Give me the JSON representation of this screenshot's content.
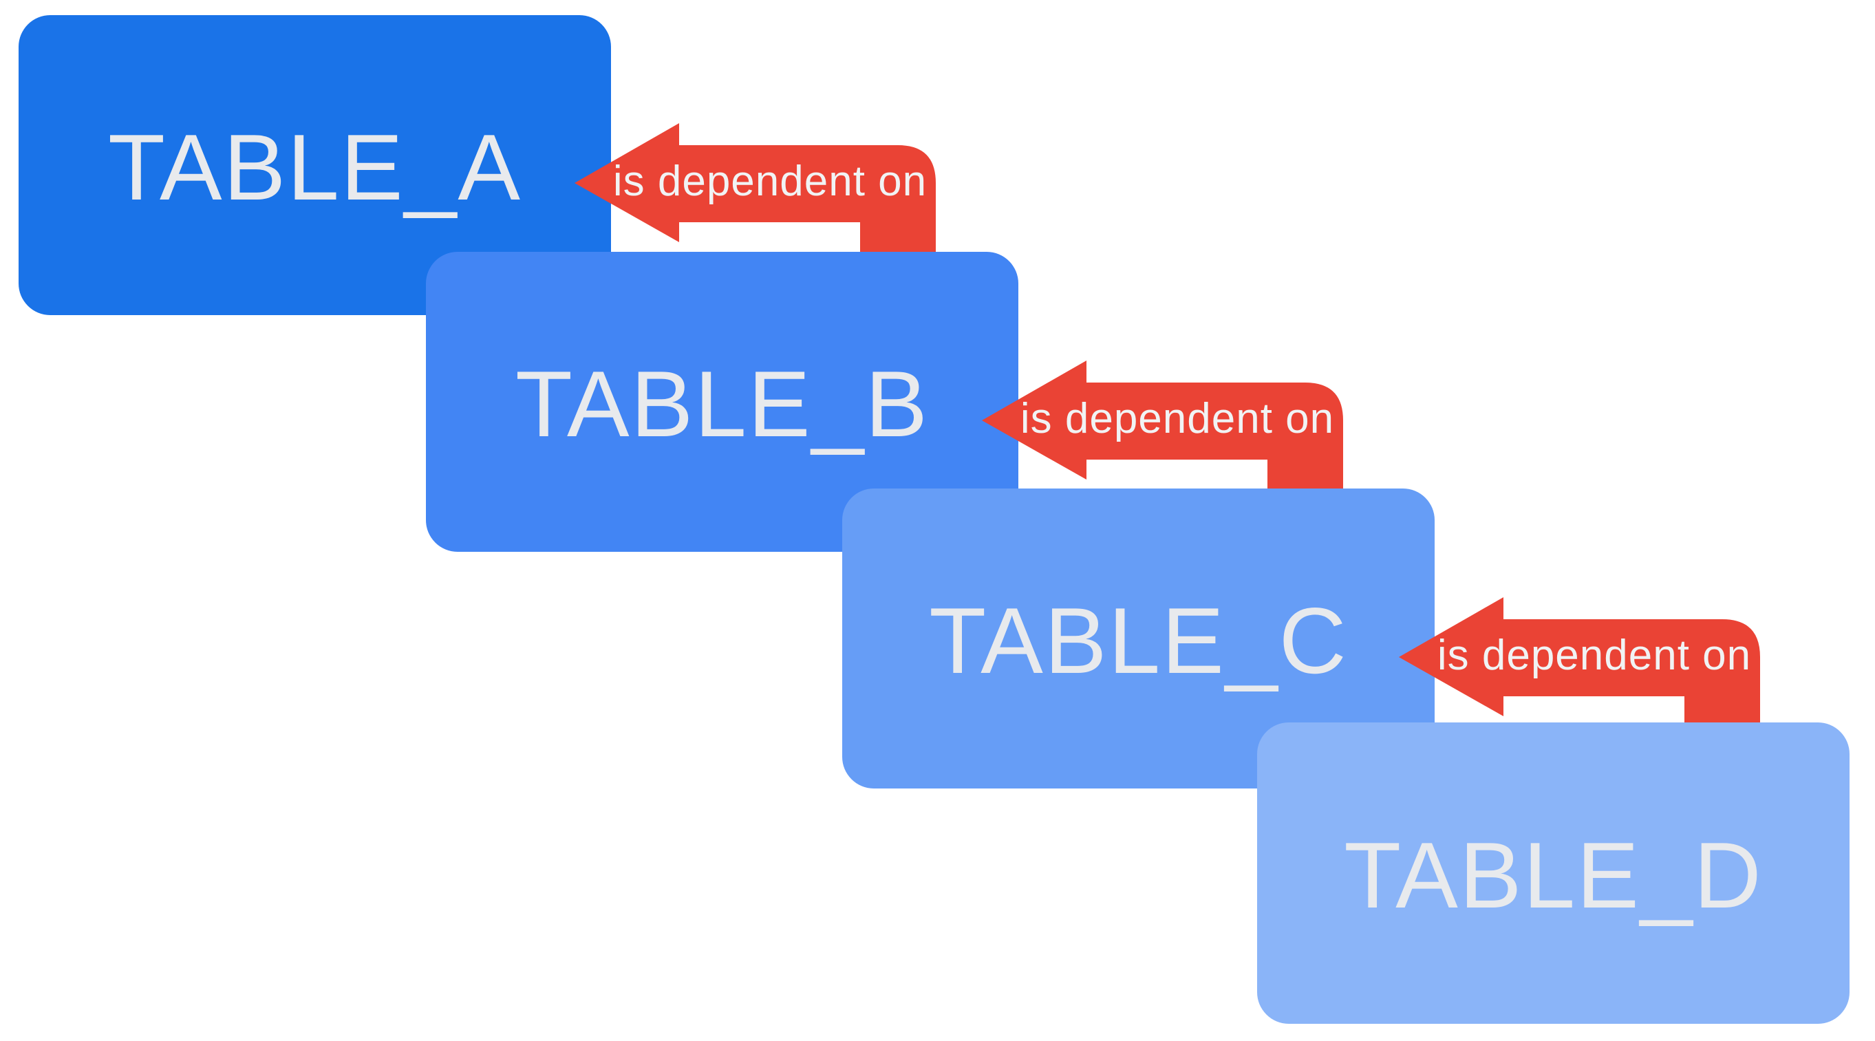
{
  "diagram": {
    "type": "dependency-diagram",
    "tables": [
      {
        "id": "table-a",
        "label": "TABLE_A",
        "color": "#1A73E8"
      },
      {
        "id": "table-b",
        "label": "TABLE_B",
        "color": "#4285F4"
      },
      {
        "id": "table-c",
        "label": "TABLE_C",
        "color": "#669DF6"
      },
      {
        "id": "table-d",
        "label": "TABLE_D",
        "color": "#8AB4F8"
      }
    ],
    "arrows": [
      {
        "label": "is dependent on",
        "from": "TABLE_B",
        "to": "TABLE_A"
      },
      {
        "label": "is dependent on",
        "from": "TABLE_C",
        "to": "TABLE_B"
      },
      {
        "label": "is dependent on",
        "from": "TABLE_D",
        "to": "TABLE_C"
      }
    ],
    "colors": {
      "background": "#FFFFFF",
      "arrow_red": "#EA4335",
      "arrow_text": "#F1F3F4",
      "table_text": "#E8EAED"
    }
  }
}
